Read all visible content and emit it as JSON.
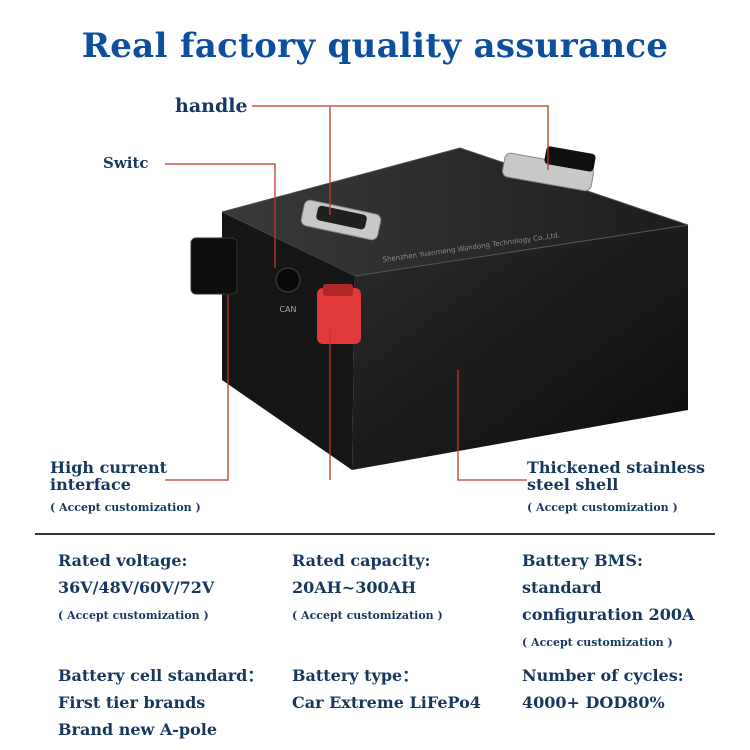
{
  "title": "Real factory quality assurance",
  "callouts": {
    "handle": "handle",
    "switch": "Switc",
    "left": {
      "line1": "High current",
      "line2": "interface",
      "note": "( Accept customization )"
    },
    "right": {
      "line1": "Thickened stainless",
      "line2": "steel shell",
      "note": "( Accept customization )"
    }
  },
  "battery": {
    "port_label": "CAN",
    "lid_text": "Shenzhen Yuanmeng Wandong Technology Co.,Ltd."
  },
  "specs": [
    {
      "heading": "Rated voltage:",
      "lines": [
        "36V/48V/60V/72V"
      ],
      "note": "( Accept customization )"
    },
    {
      "heading": "Rated capacity:",
      "lines": [
        "20AH~300AH"
      ],
      "note": "( Accept customization )"
    },
    {
      "heading": "Battery BMS:",
      "lines": [
        "standard",
        "configuration 200A"
      ],
      "note": "( Accept customization )"
    },
    {
      "heading": "Battery cell standard：",
      "lines": [
        "First tier brands",
        "Brand new A-pole"
      ]
    },
    {
      "heading": "Battery type：",
      "lines": [
        "Car Extreme LiFePo4"
      ]
    },
    {
      "heading": "Number of cycles:",
      "lines": [
        "4000+  DOD80%"
      ]
    }
  ],
  "colors": {
    "title": "#0d4f9e",
    "callout_line": "#c0392b",
    "battery_body": "#1b1b1b",
    "terminal": "#e23a3a"
  }
}
